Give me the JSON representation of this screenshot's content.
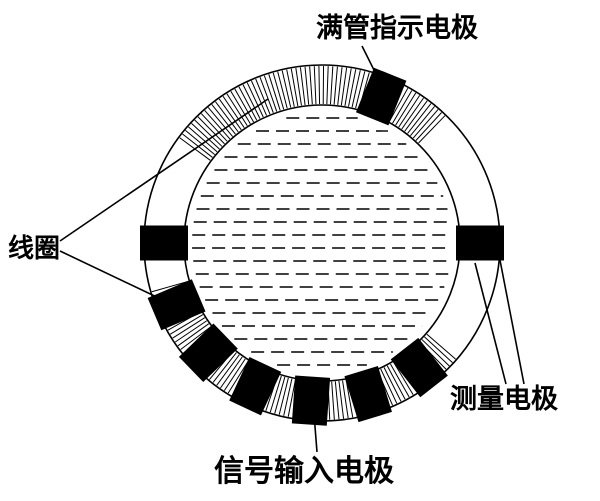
{
  "figure": {
    "type": "schematic-diagram",
    "subject": "electromagnetic-flowmeter-cross-section",
    "labels": {
      "full_pipe_electrode": "满管指示电极",
      "coil": "线圈",
      "measuring_electrode": "测量电极",
      "signal_input_electrode": "信号输入电极"
    },
    "colors": {
      "ink": "#000000",
      "paper": "#ffffff"
    }
  }
}
